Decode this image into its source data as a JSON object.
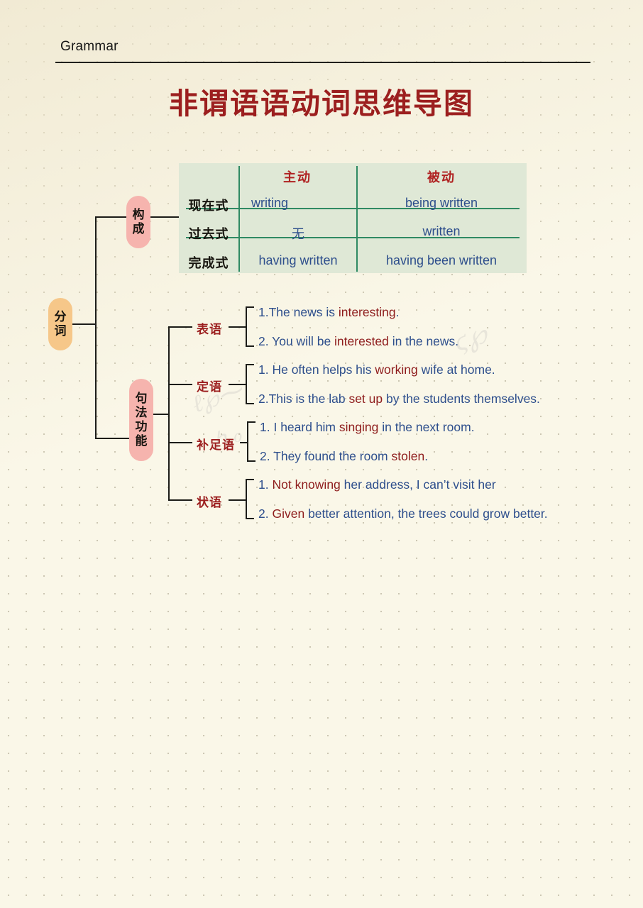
{
  "page": {
    "header_label": "Grammar",
    "title": "非谓语语动词思维导图",
    "paper_color": "#faf7e8",
    "title_color": "#9c1f1f",
    "accent_red": "#8e1c1c",
    "accent_blue": "#2d4e8c",
    "table_bg": "#dfe8d6",
    "table_rule": "#2f8a63",
    "root_pill_color": "#f6c789",
    "child_pill_color": "#f6b4ae"
  },
  "mindmap": {
    "root": {
      "label": "分词",
      "chars": [
        "分",
        "词"
      ]
    },
    "branch_composition": {
      "label": "构成",
      "chars": [
        "构",
        "成"
      ]
    },
    "branch_syntax": {
      "label": "句法功能",
      "chars": [
        "句",
        "法",
        "功",
        "能"
      ]
    }
  },
  "table": {
    "corner": "",
    "columns": [
      "主动",
      "被动"
    ],
    "rows": [
      {
        "label": "现在式",
        "active": "writing",
        "passive": "being written"
      },
      {
        "label": "过去式",
        "active": "无",
        "passive": "written"
      },
      {
        "label": "完成式",
        "active": "having written",
        "passive": "having been written"
      }
    ]
  },
  "functions": [
    {
      "label": "表语",
      "examples": [
        {
          "num": "1.",
          "parts": [
            {
              "t": "The news is ",
              "hl": false
            },
            {
              "t": "interesting",
              "hl": true
            },
            {
              "t": ".",
              "hl": false
            }
          ]
        },
        {
          "num": "2.",
          "parts": [
            {
              "t": " You will be ",
              "hl": false
            },
            {
              "t": "interested",
              "hl": true
            },
            {
              "t": " in the news.",
              "hl": false
            }
          ]
        }
      ]
    },
    {
      "label": "定语",
      "examples": [
        {
          "num": "1.",
          "parts": [
            {
              "t": " He often helps his ",
              "hl": false
            },
            {
              "t": "working",
              "hl": true
            },
            {
              "t": " wife at home.",
              "hl": false
            }
          ]
        },
        {
          "num": "2.",
          "parts": [
            {
              "t": "This is the lab ",
              "hl": false
            },
            {
              "t": "set up",
              "hl": true
            },
            {
              "t": " by the students themselves.",
              "hl": false
            }
          ]
        }
      ]
    },
    {
      "label": "补足语",
      "examples": [
        {
          "num": "1.",
          "parts": [
            {
              "t": " I heard him ",
              "hl": false
            },
            {
              "t": "singing",
              "hl": true
            },
            {
              "t": " in the next room.",
              "hl": false
            }
          ]
        },
        {
          "num": "2.",
          "parts": [
            {
              "t": " They found the room ",
              "hl": false
            },
            {
              "t": "stolen",
              "hl": true
            },
            {
              "t": ".",
              "hl": false
            }
          ]
        }
      ]
    },
    {
      "label": "状语",
      "examples": [
        {
          "num": "1.",
          "parts": [
            {
              "t": " ",
              "hl": false
            },
            {
              "t": "Not knowing",
              "hl": true
            },
            {
              "t": " her address, I can’t visit her",
              "hl": false
            }
          ]
        },
        {
          "num": "2.",
          "parts": [
            {
              "t": " ",
              "hl": false
            },
            {
              "t": "Given",
              "hl": true
            },
            {
              "t": " better attention, the trees could grow better.",
              "hl": false
            }
          ]
        }
      ]
    }
  ]
}
